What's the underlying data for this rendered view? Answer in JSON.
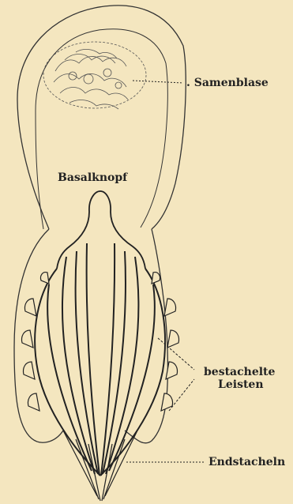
{
  "labels": {
    "samenblase": "Samenblase",
    "basalknopf": "Basalknopf",
    "bestachelte": "bestachelte",
    "leisten": "Leisten",
    "endstacheln": "Endstacheln"
  },
  "colors": {
    "paper": "#f4e6bf",
    "ink": "#222222"
  }
}
